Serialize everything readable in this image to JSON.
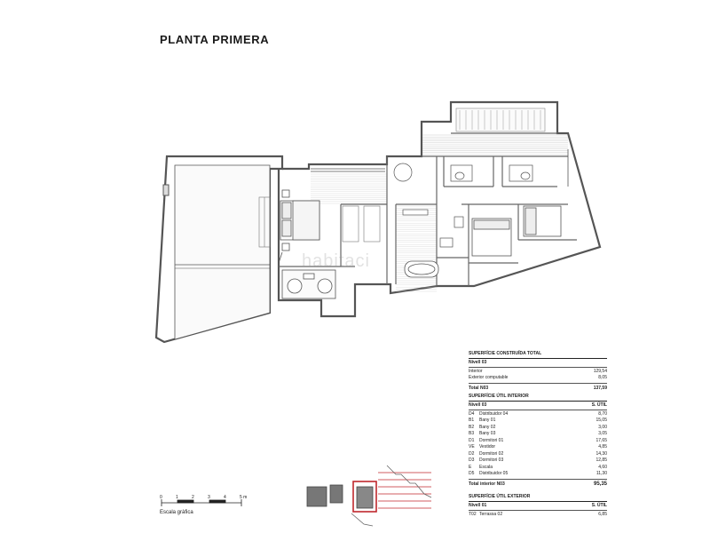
{
  "title": "PLANTA PRIMERA",
  "watermark": "habitaci",
  "colors": {
    "wall": "#555555",
    "line": "#8a8a8a",
    "highlight": "#c0282d"
  },
  "table_constructed": {
    "header": "SUPERFÍCIE CONSTRUÏDA TOTAL",
    "level": "Nivell 03",
    "rows": [
      {
        "label": "Interior",
        "value": "129,54"
      },
      {
        "label": "Exterior computable",
        "value": "8,05"
      }
    ],
    "total": {
      "label": "Total N03",
      "value": "137,59"
    }
  },
  "table_interior": {
    "header": "SUPERFÍCIE ÚTIL INTERIOR",
    "level": "Nivell 03",
    "unit": "S. ÚTIL",
    "rows": [
      {
        "code": "D4",
        "label": "Distribuidor 04",
        "value": "8,70"
      },
      {
        "code": "B1",
        "label": "Bany 01",
        "value": "15,05"
      },
      {
        "code": "B2",
        "label": "Bany 02",
        "value": "3,00"
      },
      {
        "code": "B3",
        "label": "Bany 03",
        "value": "3,05"
      },
      {
        "code": "D1",
        "label": "Dormitori 01",
        "value": "17,65"
      },
      {
        "code": "VE",
        "label": "Vestidor",
        "value": "4,85"
      },
      {
        "code": "D2",
        "label": "Dormitori 02",
        "value": "14,30"
      },
      {
        "code": "D3",
        "label": "Dormitori 03",
        "value": "12,85"
      },
      {
        "code": "E",
        "label": "Escala",
        "value": "4,60"
      },
      {
        "code": "D5",
        "label": "Distribuidor 05",
        "value": "11,30"
      }
    ],
    "total": {
      "label": "Total interior N03",
      "value": "95,35"
    }
  },
  "table_exterior": {
    "header": "SUPERFÍCIE ÚTIL EXTERIOR",
    "level": "Nivell 01",
    "unit": "S. ÚTIL",
    "rows": [
      {
        "code": "T02",
        "label": "Terrassa 02",
        "value": "6,85"
      }
    ]
  },
  "scale": {
    "ticks": [
      "0",
      "1",
      "2",
      "3",
      "4",
      "5 m"
    ],
    "label": "Escala gràfica"
  }
}
